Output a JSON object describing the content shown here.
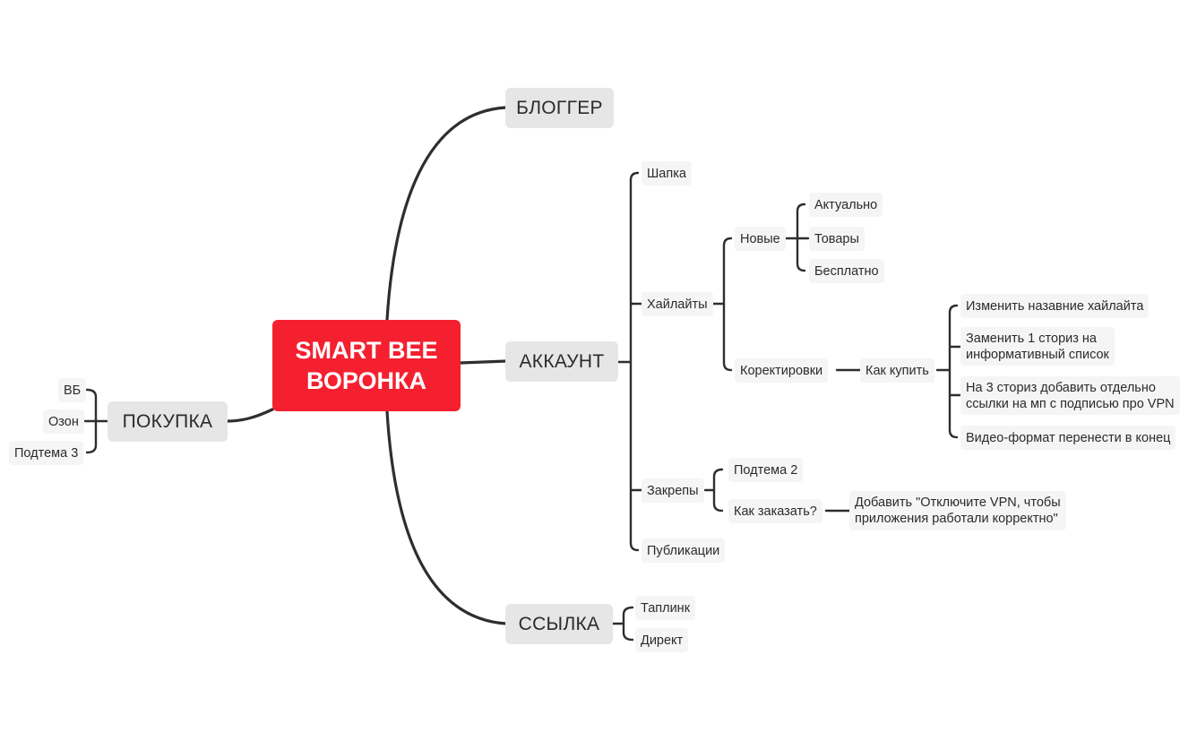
{
  "central": {
    "line1": "SMART BEE",
    "line2": "ВОРОНКА"
  },
  "branches": {
    "blogger": "БЛОГГЕР",
    "account": "АККАУНТ",
    "link": "ССЫЛКА",
    "purchase": "ПОКУПКА"
  },
  "account": {
    "header": "Шапка",
    "highlights": "Хайлайты",
    "new": "Новые",
    "new_items": [
      "Актуально",
      "Товары",
      "Бесплатно"
    ],
    "corrections": "Коректировки",
    "how_to_buy": "Как купить",
    "how_to_buy_items": [
      "Изменить назавние хайлайта",
      [
        "Заменить 1 сториз на",
        "информативный список"
      ],
      [
        "На 3 сториз добавить отдельно",
        "ссылки на мп с подписью про VPN"
      ],
      "Видео-формат перенести в конец"
    ],
    "pins": "Закрепы",
    "subtopic2": "Подтема 2",
    "how_to_order": "Как заказать?",
    "add_note": [
      "Добавить \"Отключите VPN, чтобы",
      "приложения работали корректно\""
    ],
    "publications": "Публикации"
  },
  "link": {
    "items": [
      "Таплинк",
      "Директ"
    ]
  },
  "purchase": {
    "items": [
      "ВБ",
      "Озон",
      "Подтема 3"
    ]
  },
  "colors": {
    "central": "#f5202f",
    "main_topic": "#e6e6e6",
    "subtopic": "#f5f5f5",
    "line": "#2e2e2e"
  }
}
